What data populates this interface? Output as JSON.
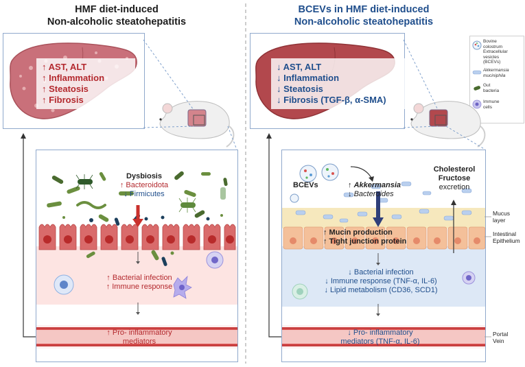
{
  "left": {
    "title_line1": "HMF diet-induced",
    "title_line2": "Non-alcoholic steatohepatitis",
    "liver_items": [
      "↑ AST, ALT",
      "↑ Inflammation",
      "↑ Steatosis",
      "↑ Fibrosis"
    ],
    "dysbiosis_title": "Dysbiosis",
    "dysbiosis_up": "↑ Bacteroidota",
    "dysbiosis_down": "↓ Firmicutes",
    "infection_items": [
      "↑ Bacterial infection",
      "↑ Immune response"
    ],
    "portal_items": [
      "↑ Pro- inflammatory",
      "mediators"
    ]
  },
  "right": {
    "title_line1": "BCEVs in HMF diet-induced",
    "title_line2": "Non-alcoholic steatohepatitis",
    "liver_items": [
      "↓ AST, ALT",
      "↓ Inflammation",
      "↓ Steatosis",
      "↓ Fibrosis (TGF-β, α-SMA)"
    ],
    "bcevs_label": "BCEVs",
    "akk_prefix": "↑ ",
    "akk_name": "Akkermansia",
    "bact_prefix": "↓ ",
    "bact_name": "Bacteroides",
    "chol_lines": [
      "Cholesterol",
      "Fructose"
    ],
    "chol_excretion": "excretion",
    "mucin_items": [
      "↑ Mucin production",
      "↑ Tight junction protein"
    ],
    "infection_items": [
      "↓ Bacterial infection",
      "↓ Immune response (TNF-α, IL-6)",
      "↓ Lipid metabolism (CD36, SCD1)"
    ],
    "portal_items": [
      "↓ Pro- inflammatory",
      "mediators (TNF-α, IL-6)"
    ]
  },
  "side_labels": {
    "mucus": [
      "Mucus",
      "layer"
    ],
    "epithelium": [
      "Intestinal",
      "Epithelium"
    ],
    "portal": [
      "Portal",
      "Vein"
    ]
  },
  "legend": {
    "bcev": [
      "Bovine",
      "colostrum",
      "Extracellular",
      "vesicles",
      "(BCEVs)"
    ],
    "akkermansia": [
      "Akkermansia",
      "muciniphila"
    ],
    "gut": [
      "Gut",
      "bacteria"
    ],
    "immune": [
      "Immune",
      "cells"
    ]
  },
  "colors": {
    "red_text": "#b3282d",
    "blue_text": "#1f4e8c",
    "liver_left": "#c9707a",
    "liver_right": "#b2484d",
    "epithelium": "#d96b6b",
    "nucleus": "#b82b2b",
    "mucus": "#f6e8bd",
    "left_zone": "#fde4e2",
    "right_zone": "#dde8f6",
    "vessel": "#e05a58"
  }
}
